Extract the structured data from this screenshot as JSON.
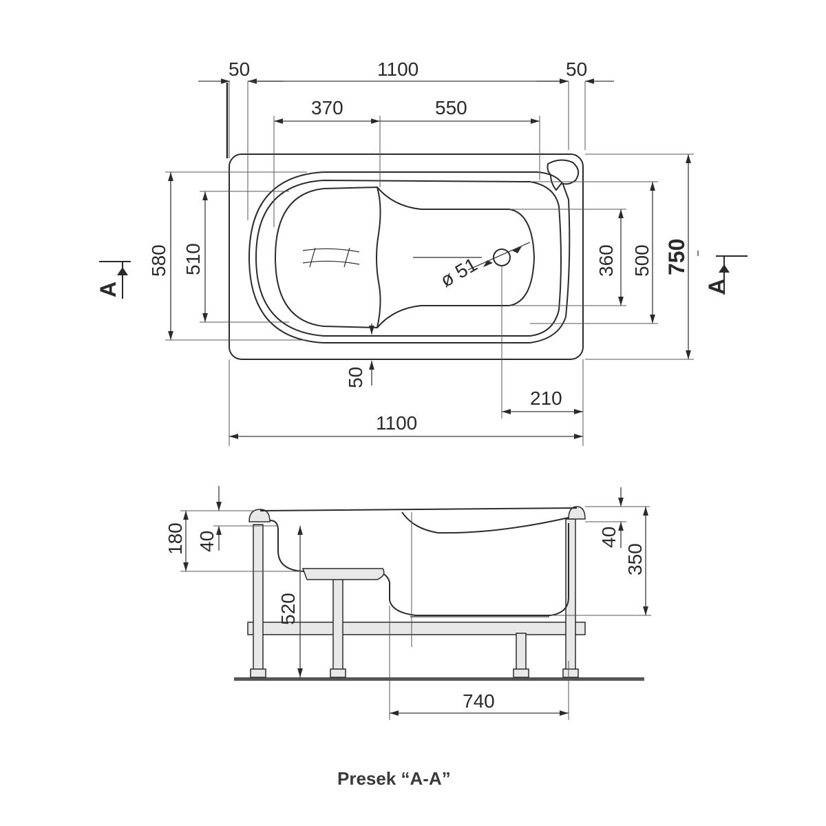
{
  "top_view": {
    "dims": {
      "rim_left": "50",
      "overall_top": "1100",
      "rim_right": "50",
      "seat_len": "370",
      "basin_len": "550",
      "outer_width": "580",
      "inner_width": "510",
      "seat_offset": "50",
      "drain_diameter": "ø 51",
      "basin_width": "360",
      "inner_depth_width": "500",
      "overall_width": "750",
      "drain_offset": "210",
      "overall_bottom": "1100"
    },
    "section_marker": "A"
  },
  "section_view": {
    "dims": {
      "rim_height_left": "180",
      "rim_thickness_left": "40",
      "seat_height": "520",
      "rim_thickness_right": "40",
      "basin_depth": "350",
      "basin_floor_len": "740"
    }
  },
  "caption": "Presek “A-A”"
}
